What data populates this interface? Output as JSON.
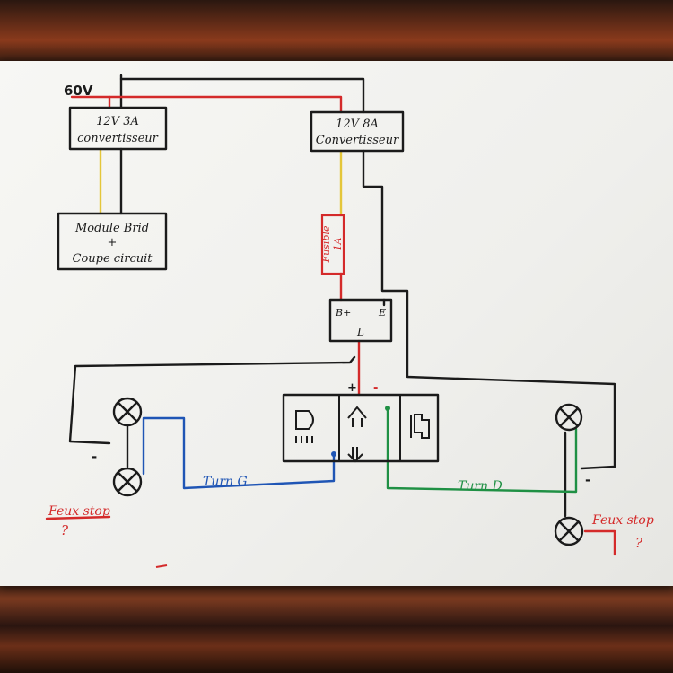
{
  "colors": {
    "ink": "#1b1b1b",
    "red": "#d42a2a",
    "blue": "#1f55b5",
    "green": "#1f9044",
    "yellow": "#e4c63a"
  },
  "supply": {
    "label": "60V"
  },
  "converter_left": {
    "line1": "12V 3A",
    "line2": "convertisseur"
  },
  "converter_right": {
    "line1": "12V 8A",
    "line2": "Convertisseur"
  },
  "module": {
    "line1": "Module Brid",
    "line2": "+",
    "line3": "Coupe circuit"
  },
  "fuse": {
    "line1": "Fusible",
    "line2": "1A"
  },
  "relay": {
    "b_label": "B+",
    "e_label": "E",
    "l_label": "L"
  },
  "switch_panel": {
    "plus": "+",
    "minus": "-"
  },
  "minus_left": "-",
  "minus_right": "-",
  "turn_left": "Turn G",
  "turn_right": "Turn D",
  "stop_left": {
    "label": "Feux stop",
    "question": "?"
  },
  "stop_right": {
    "label": "Feux stop",
    "question": "?"
  }
}
